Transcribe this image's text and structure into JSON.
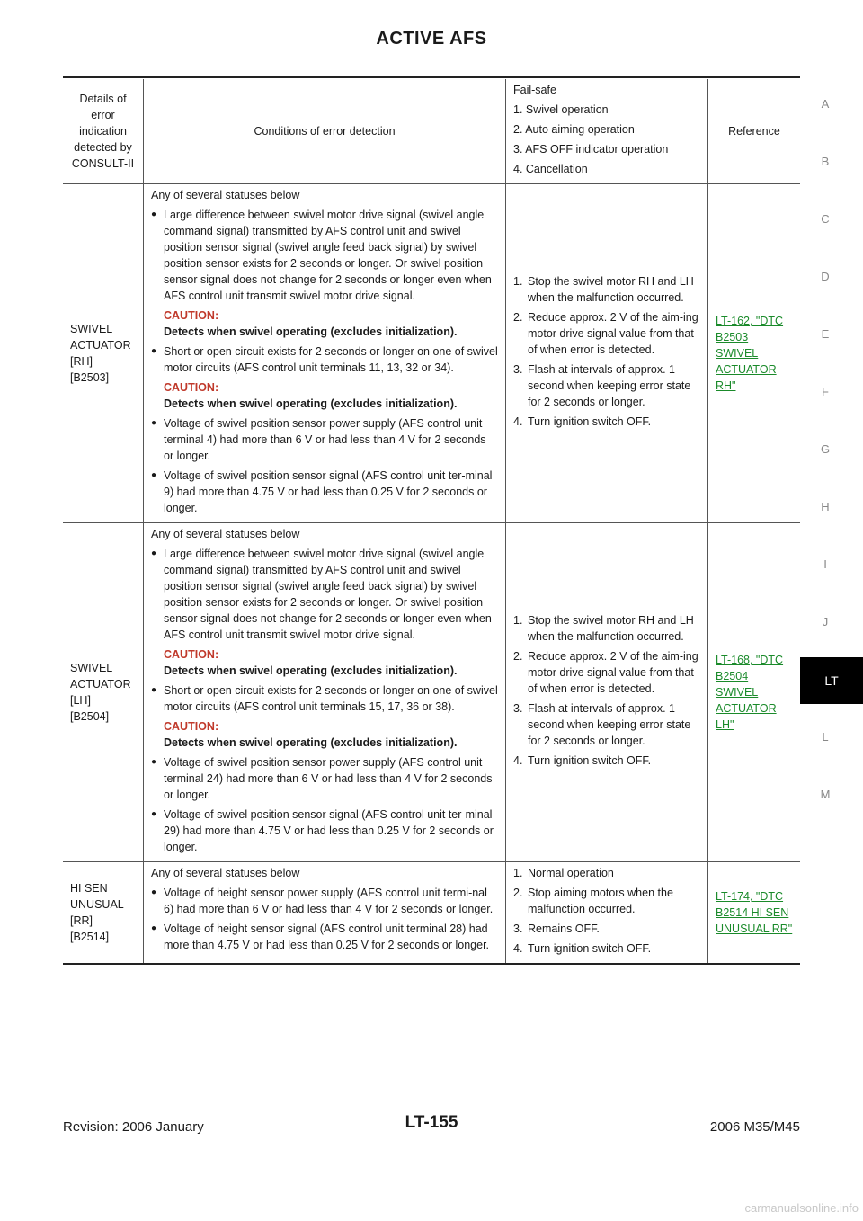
{
  "page": {
    "title": "ACTIVE AFS",
    "side_letters": [
      "A",
      "B",
      "C",
      "D",
      "E",
      "F",
      "G",
      "H",
      "I",
      "J",
      "LT",
      "L",
      "M"
    ],
    "footer": {
      "revision": "Revision: 2006 January",
      "page_number": "LT-155",
      "model": "2006 M35/M45"
    },
    "watermark": "carmanualsonline.info"
  },
  "table": {
    "header": {
      "col1": "Details of error indication detected by CONSULT-II",
      "col2": "Conditions of error detection",
      "col3_lines": [
        "Fail-safe",
        "1. Swivel operation",
        "2. Auto aiming operation",
        "3. AFS OFF indicator operation",
        "4. Cancellation"
      ],
      "col4": "Reference"
    },
    "rows": [
      {
        "indication_lines": [
          "SWIVEL",
          "ACTUATOR",
          "[RH]",
          "[B2503]"
        ],
        "intro": "Any of several statuses below",
        "bullets": [
          {
            "text": "Large difference between swivel motor drive signal (swivel angle command signal) transmitted by AFS control unit and swivel position sensor signal (swivel angle feed back signal) by swivel position sensor exists for 2 seconds or longer. Or swivel position sensor signal does not change for 2 seconds or longer even when AFS control unit transmit swivel motor drive signal.",
            "caution_label": "CAUTION:",
            "caution_text": "Detects when swivel operating (excludes initialization)."
          },
          {
            "text": "Short or open circuit exists for 2 seconds or longer on one of swivel motor circuits (AFS control unit terminals 11, 13, 32 or 34).",
            "caution_label": "CAUTION:",
            "caution_text": "Detects when swivel operating (excludes initialization)."
          },
          {
            "text": "Voltage of swivel position sensor power supply (AFS control unit terminal 4) had more than 6 V or had less than 4 V for 2 seconds or longer.",
            "caution_label": "",
            "caution_text": ""
          },
          {
            "text": "Voltage of swivel position sensor signal (AFS control unit ter-minal 9) had more than 4.75 V or had less than 0.25 V for 2 seconds or longer.",
            "caution_label": "",
            "caution_text": ""
          }
        ],
        "failsafe": [
          "1. Stop the swivel motor RH and LH when the malfunction occurred.",
          "2. Reduce approx. 2 V of the aim-ing motor drive signal value from that of when error is detected.",
          "3. Flash at intervals of approx. 1 second when keeping error state for 2 seconds or longer.",
          "4. Turn ignition switch OFF."
        ],
        "reference": "LT-162, \"DTC B2503 SWIVEL ACTUATOR RH\""
      },
      {
        "indication_lines": [
          "SWIVEL",
          "ACTUATOR",
          "[LH]",
          "[B2504]"
        ],
        "intro": "Any of several statuses below",
        "bullets": [
          {
            "text": "Large difference between swivel motor drive signal (swivel angle command signal) transmitted by AFS control unit and swivel position sensor signal (swivel angle feed back signal) by swivel position sensor exists for 2 seconds or longer. Or swivel position sensor signal does not change for 2 seconds or longer even when AFS control unit transmit swivel motor drive signal.",
            "caution_label": "CAUTION:",
            "caution_text": "Detects when swivel operating (excludes initialization)."
          },
          {
            "text": "Short or open circuit exists for 2 seconds or longer on one of swivel motor circuits (AFS control unit terminals 15, 17, 36 or 38).",
            "caution_label": "CAUTION:",
            "caution_text": "Detects when swivel operating (excludes initialization)."
          },
          {
            "text": "Voltage of swivel position sensor power supply (AFS control unit terminal 24) had more than 6 V or had less than 4 V for 2 seconds or longer.",
            "caution_label": "",
            "caution_text": ""
          },
          {
            "text": "Voltage of swivel position sensor signal (AFS control unit ter-minal 29) had more than 4.75 V or had less than 0.25 V for 2 seconds or longer.",
            "caution_label": "",
            "caution_text": ""
          }
        ],
        "failsafe": [
          "1. Stop the swivel motor RH and LH when the malfunction occurred.",
          "2. Reduce approx. 2 V of the aim-ing motor drive signal value from that of when error is detected.",
          "3. Flash at intervals of approx. 1 second when keeping error state for 2 seconds or longer.",
          "4. Turn ignition switch OFF."
        ],
        "reference": "LT-168, \"DTC B2504 SWIVEL ACTUATOR LH\""
      },
      {
        "indication_lines": [
          "HI SEN",
          "UNUSUAL",
          "[RR]",
          "[B2514]"
        ],
        "intro": "Any of several statuses below",
        "bullets": [
          {
            "text": "Voltage of height sensor power supply (AFS control unit termi-nal 6) had more than 6 V or had less than 4 V for 2 seconds or longer.",
            "caution_label": "",
            "caution_text": ""
          },
          {
            "text": "Voltage of height sensor signal (AFS control unit terminal 28) had more than 4.75 V or had less than 0.25 V for 2 seconds or longer.",
            "caution_label": "",
            "caution_text": ""
          }
        ],
        "failsafe": [
          "1. Normal operation",
          "2. Stop aiming motors when the malfunction occurred.",
          "3. Remains OFF.",
          "4. Turn ignition switch OFF."
        ],
        "reference": "LT-174, \"DTC B2514 HI SEN UNUSUAL RR\""
      }
    ]
  }
}
